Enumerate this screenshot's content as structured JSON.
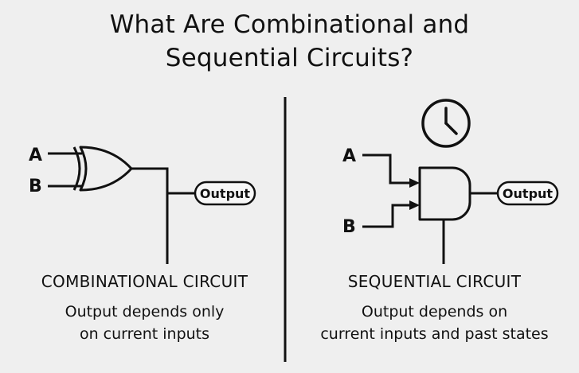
{
  "title": {
    "line1": "What Are Combinational and",
    "line2": "Sequential Circuits?"
  },
  "combinational": {
    "input_a": "A",
    "input_b": "B",
    "output_label": "Output",
    "heading": "COMBINATIONAL CIRCUIT",
    "desc_line1": "Output depends only",
    "desc_line2": "on current inputs"
  },
  "sequential": {
    "input_a": "A",
    "input_b": "B",
    "output_label": "Output",
    "heading": "SEQUENTIAL CIRCUIT",
    "desc_line1": "Output depends on",
    "desc_line2": "current inputs and past states"
  },
  "icons": {
    "clock": "clock-icon",
    "or_gate": "or-gate-icon",
    "sequential_block": "sequential-block-icon"
  }
}
